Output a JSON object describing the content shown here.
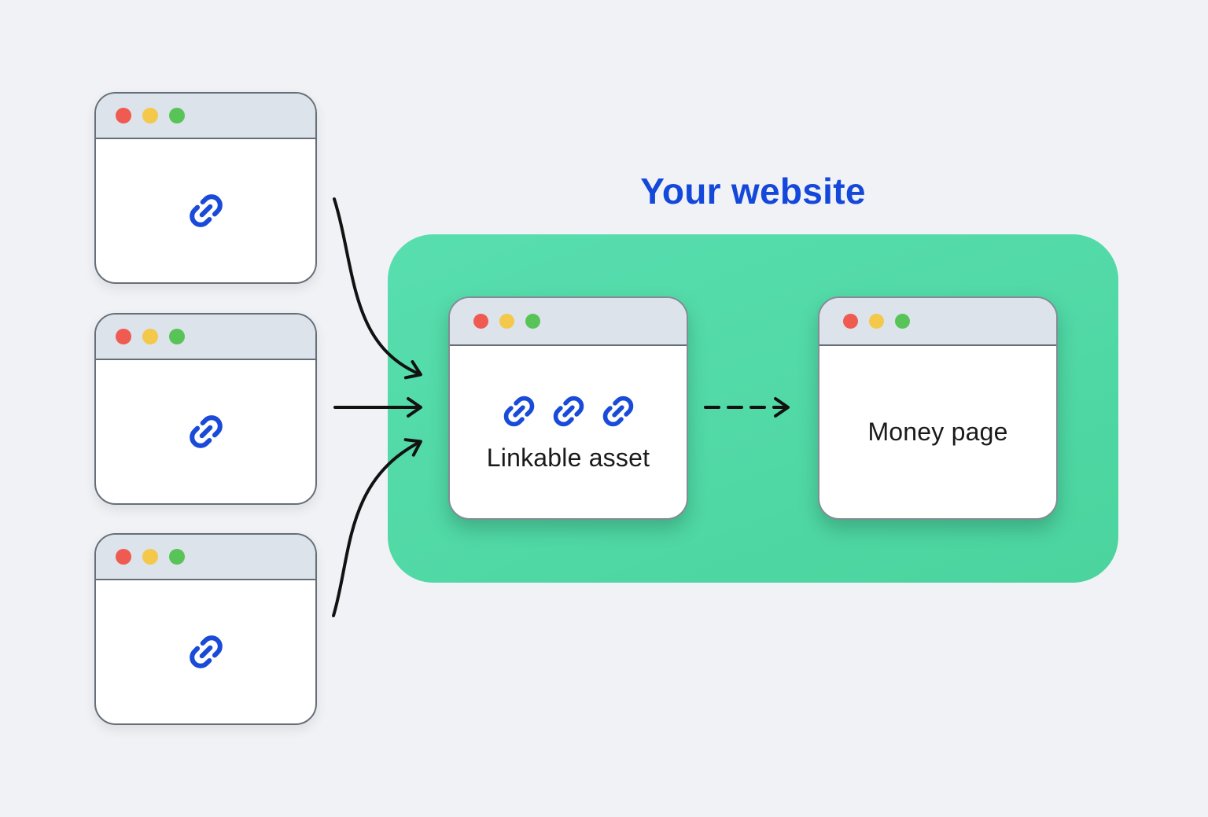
{
  "diagram": {
    "title": "Your website",
    "external_windows": {
      "count": 3,
      "icon": "link-icon"
    },
    "linkable_asset": {
      "label": "Linkable asset",
      "link_icon_count": 3
    },
    "money_page": {
      "label": "Money page"
    },
    "arrows": {
      "solid_inbound_count": 3,
      "dashed_internal_count": 1
    },
    "window_chrome_icons": [
      "window-dot-red-icon",
      "window-dot-yellow-icon",
      "window-dot-green-icon"
    ]
  },
  "colors": {
    "background": "#F0F2F5",
    "container_green": "#58DEAF",
    "container_green_dark": "#4BD49E",
    "title_blue": "#1448DB",
    "accent_blue": "#1A4BD8",
    "window_border": "#666F78",
    "inner_window_border": "#838B94",
    "titlebar_gray": "#DCE3EB",
    "dot_red": "#EF5A51",
    "dot_yellow": "#F3C84B",
    "dot_green": "#58C457",
    "label_dark": "#1A1A1A",
    "arrow_black": "#121212"
  }
}
